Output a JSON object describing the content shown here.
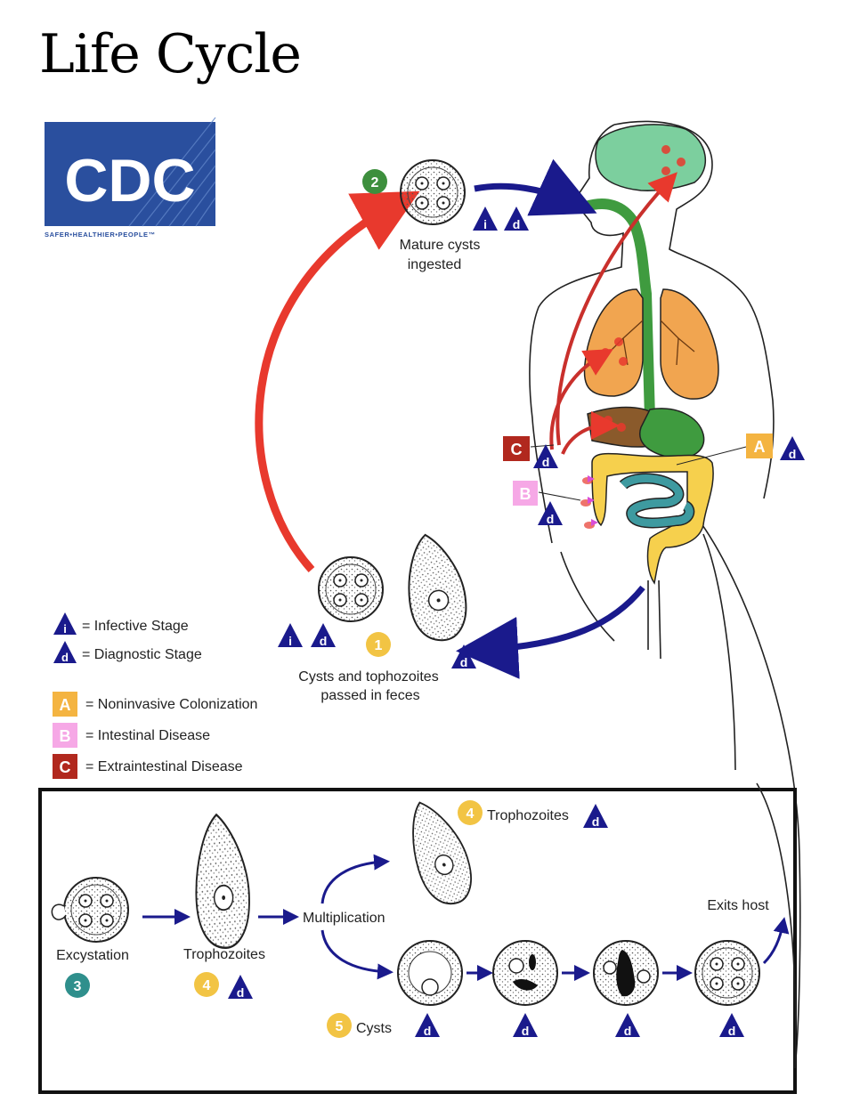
{
  "title": "Life Cycle",
  "logo": {
    "text": "CDC",
    "tagline": "SAFER•HEALTHIER•PEOPLE™",
    "color": "#2a4f9e"
  },
  "badges": {
    "infective": "i",
    "diagnostic": "d",
    "step1": "1",
    "step2": "2",
    "step3": "3",
    "step4": "4",
    "step5": "5",
    "A": "A",
    "B": "B",
    "C": "C"
  },
  "labels": {
    "mature_cysts": [
      "Mature cysts",
      "ingested"
    ],
    "passed_feces": [
      "Cysts and tophozoites",
      "passed in feces"
    ],
    "excystation": "Excystation",
    "trophozoites_lower": "Trophozoites",
    "multiplication": "Multiplication",
    "trophozoites_upper": "Trophozoites",
    "cysts": "Cysts",
    "exits_host": "Exits host"
  },
  "legend": {
    "infective": "= Infective Stage",
    "diagnostic": "= Diagnostic Stage",
    "A": "= Noninvasive Colonization",
    "B": "= Intestinal Disease",
    "C": "= Extraintestinal Disease"
  },
  "colors": {
    "red_arrow": "#e8392d",
    "blue_arrow": "#1a1a8c",
    "badge_blue": "#1a1a8c",
    "step_green": "#3d8f3d",
    "step_yellow": "#f2c444",
    "step_teal": "#2f8f8c",
    "A": "#f4b441",
    "B": "#f6a8e6",
    "C": "#b1281e",
    "brain": "#7ccf9e",
    "lung": "#f1a550",
    "liver": "#8a5a2b",
    "esophagus": "#3f9b3f",
    "large_intestine": "#f6d04d",
    "small_intestine": "#3e9aa0"
  }
}
